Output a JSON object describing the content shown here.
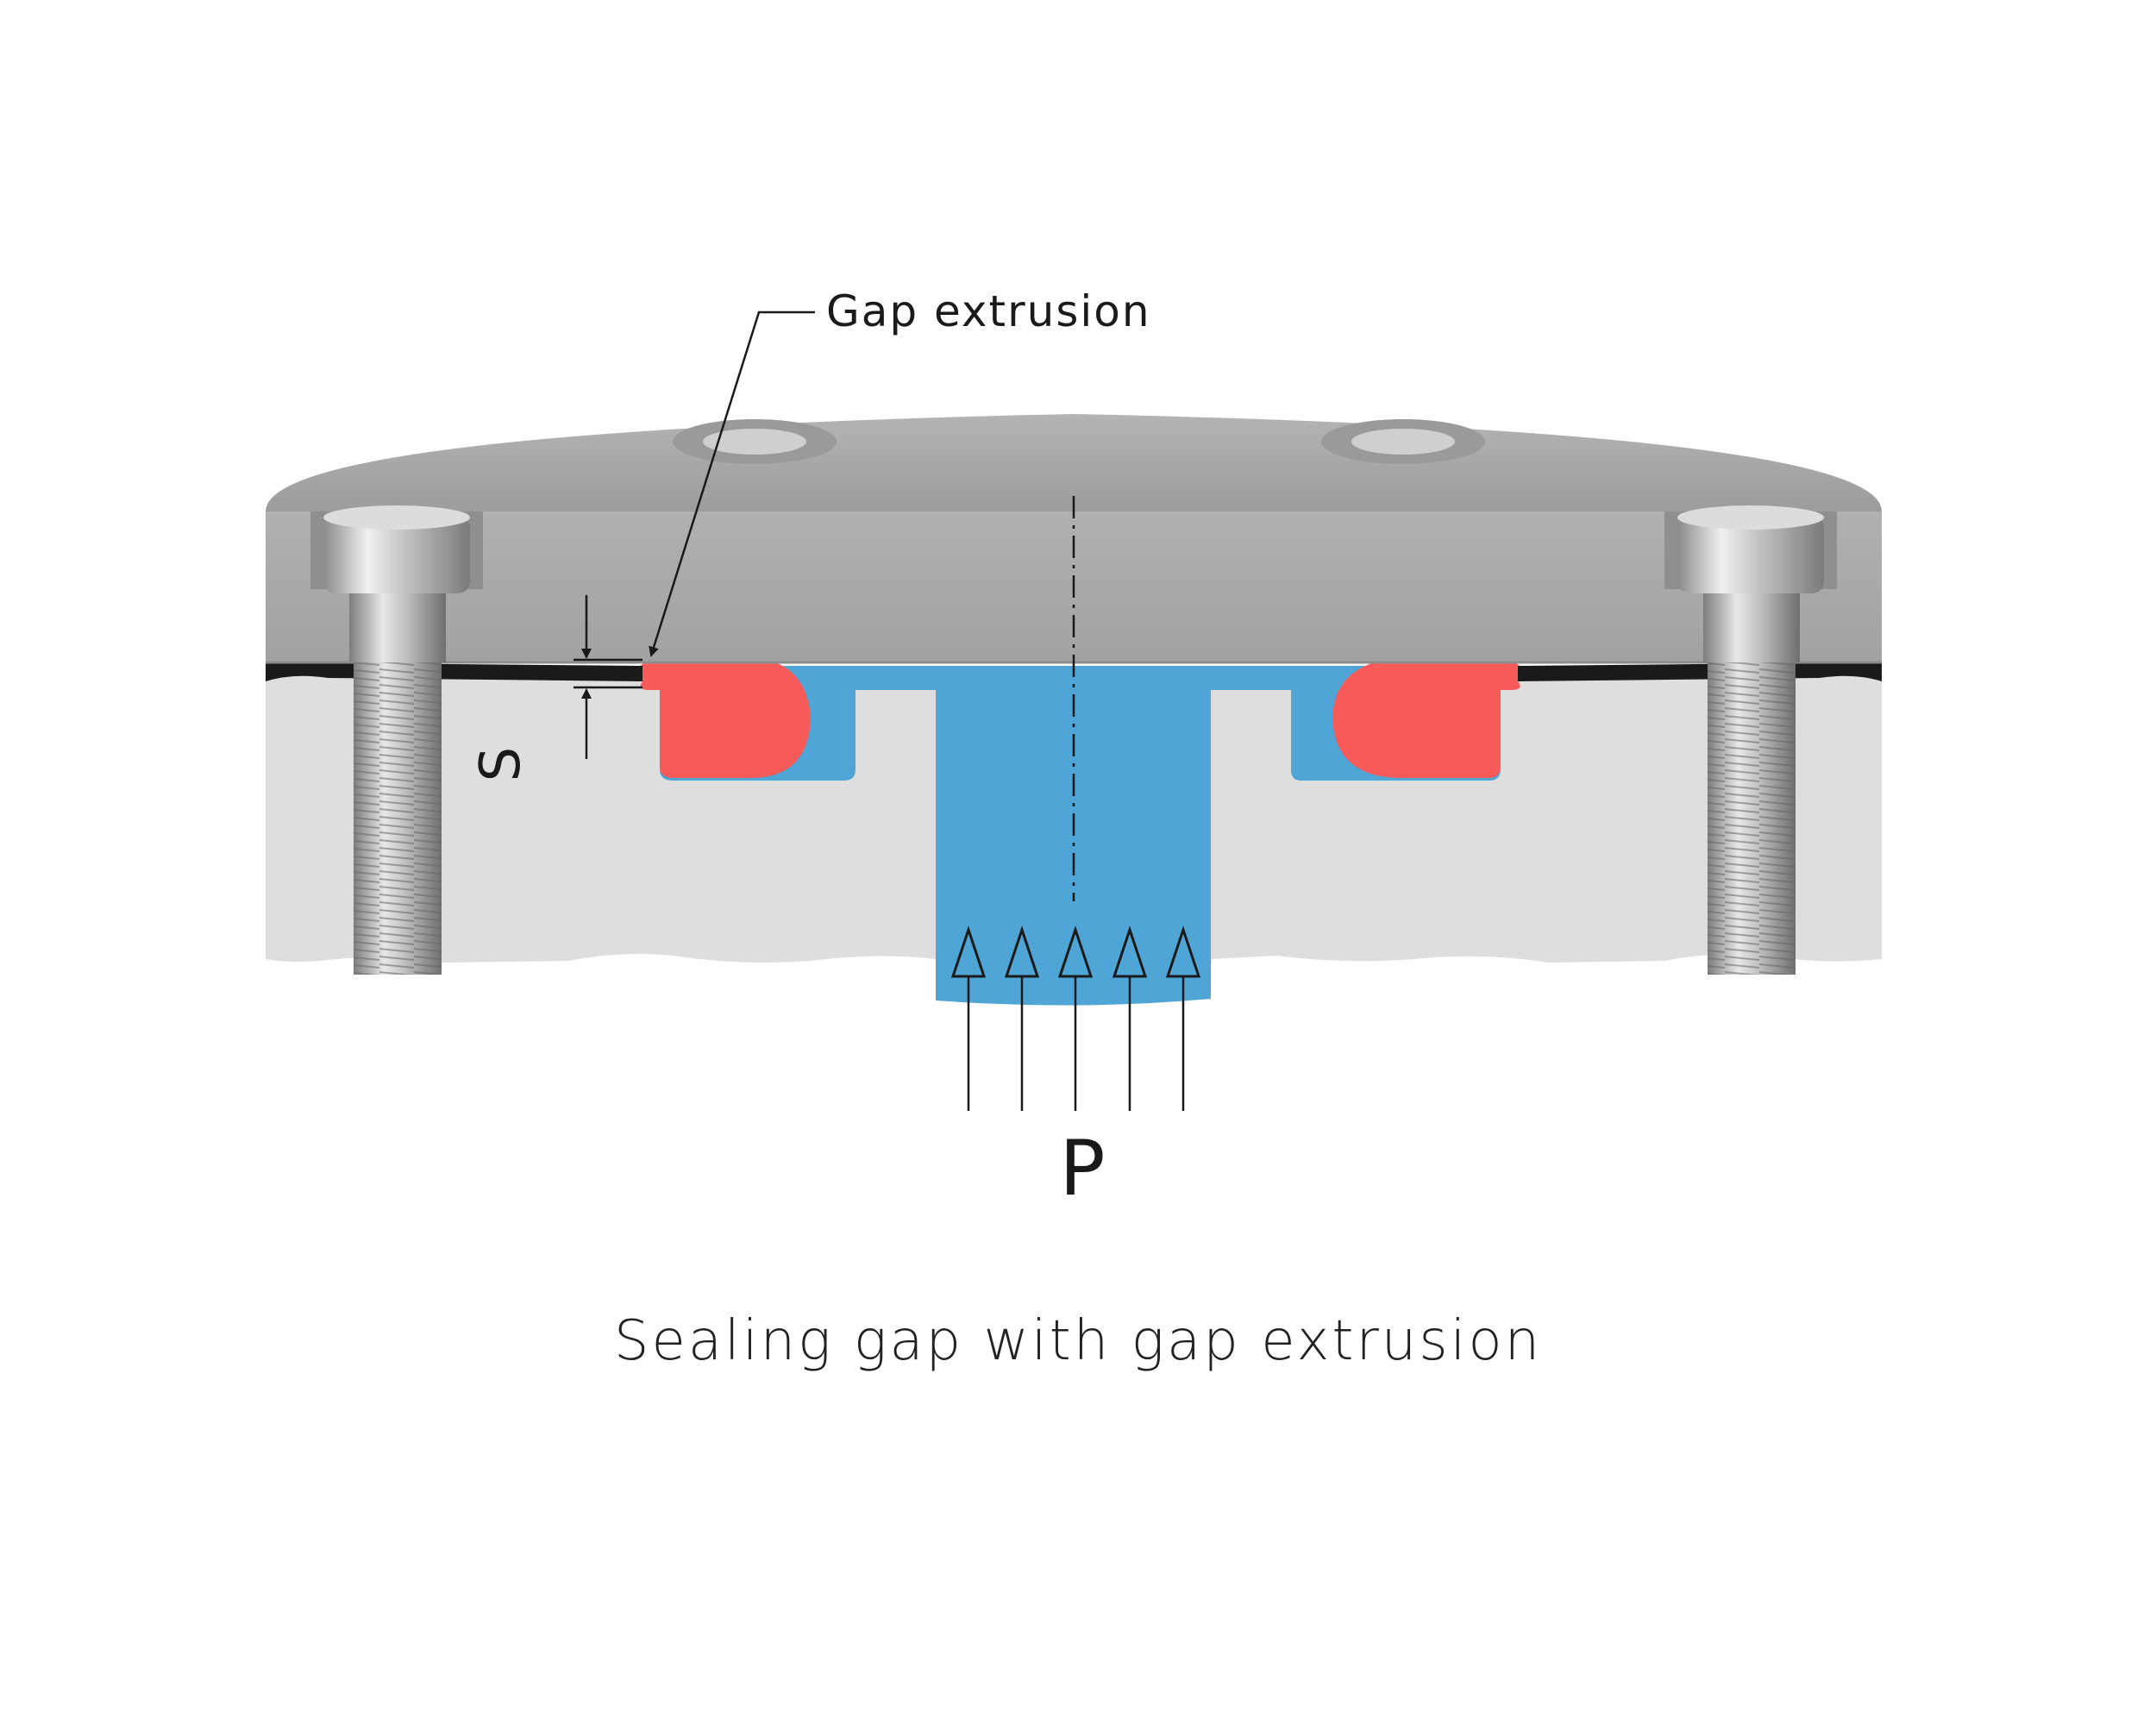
{
  "diagram": {
    "callout_label": "Gap extrusion",
    "gap_dimension_label": "S",
    "pressure_label": "P",
    "caption": "Sealing gap with gap extrusion",
    "colors": {
      "background": "#ffffff",
      "top_cover": "#a9a9a9",
      "housing": "#dedede",
      "medium": "#4fa5d5",
      "seal": "#f85a5a",
      "bolt": "#b8b8b8",
      "gap": "#1a1a1a"
    },
    "icons": [
      "bolt-icon",
      "pressure-arrow-icon",
      "centerline-icon"
    ]
  }
}
